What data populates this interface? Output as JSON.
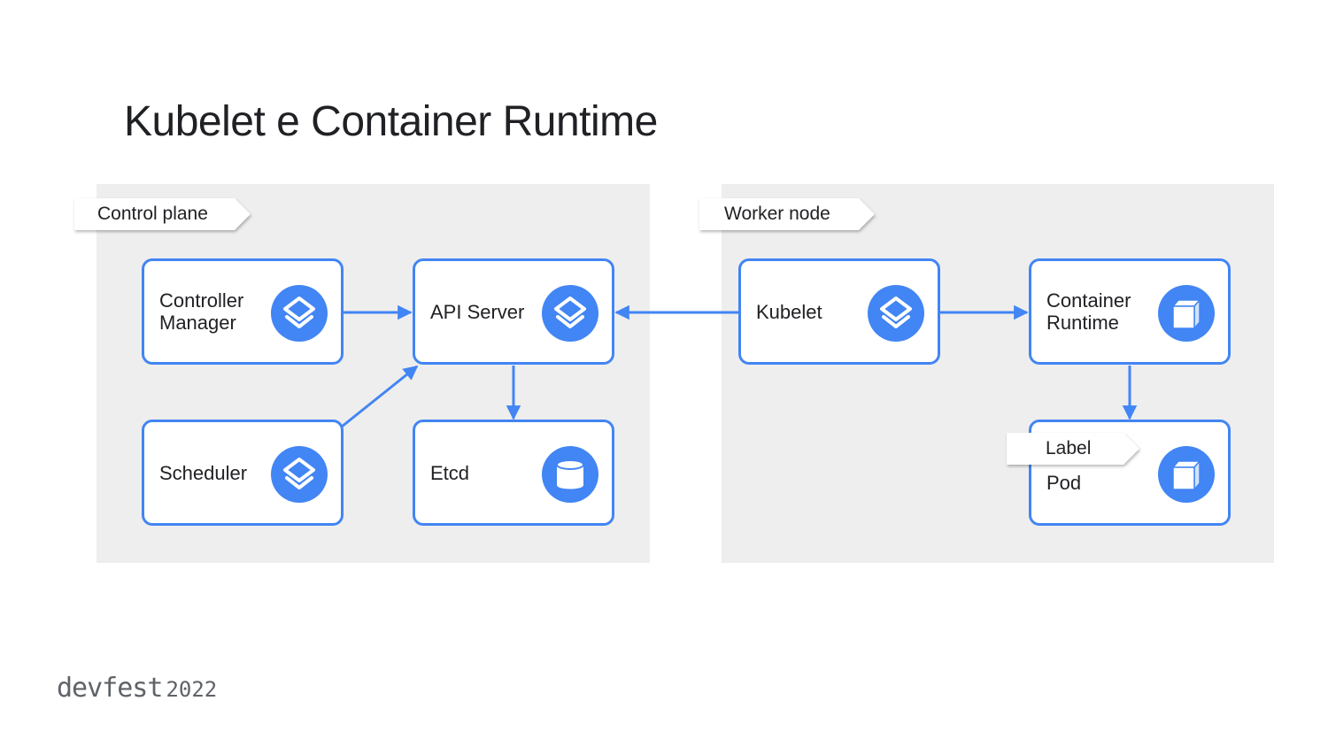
{
  "slide": {
    "title": "Kubelet e Container Runtime"
  },
  "panels": {
    "control_plane": {
      "tag": "Control plane"
    },
    "worker_node": {
      "tag": "Worker node"
    }
  },
  "nodes": {
    "controller_manager": {
      "label": "Controller\nManager",
      "icon": "layers-icon"
    },
    "api_server": {
      "label": "API Server",
      "icon": "layers-icon"
    },
    "scheduler": {
      "label": "Scheduler",
      "icon": "layers-icon"
    },
    "etcd": {
      "label": "Etcd",
      "icon": "database-icon"
    },
    "kubelet": {
      "label": "Kubelet",
      "icon": "layers-icon"
    },
    "container_runtime": {
      "label": "Container\nRuntime",
      "icon": "cube-icon"
    },
    "pod": {
      "label": "Pod",
      "icon": "cube-icon",
      "tag": "Label"
    }
  },
  "footer": {
    "brand": "devfest",
    "year": "2022"
  },
  "colors": {
    "accent": "#4285f4",
    "panel": "#eeeeee",
    "text": "#202124"
  }
}
